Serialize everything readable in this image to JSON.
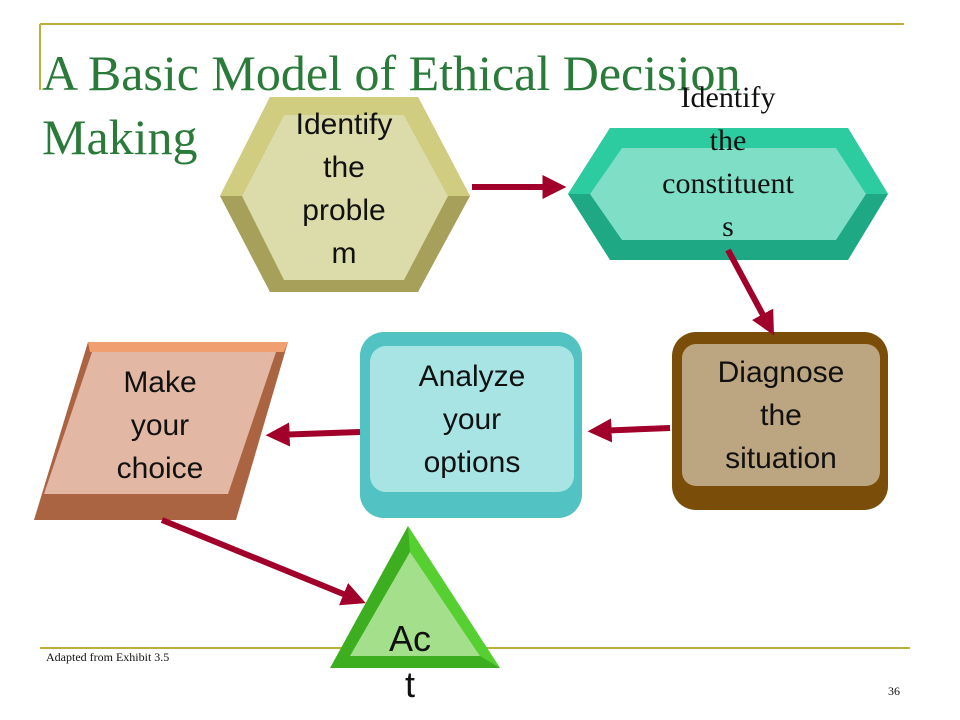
{
  "slide": {
    "title_line1": "A Basic Model of Ethical Decision",
    "title_line2": "Making",
    "source_note": "Adapted from Exhibit 3.5",
    "page_number": "36"
  },
  "nodes": {
    "identify_problem": {
      "lines": [
        "Identify",
        "the",
        "proble",
        "m"
      ],
      "color": "#dcdcaa"
    },
    "identify_constituents": {
      "lines": [
        "Identify",
        "the",
        "constituent",
        "s"
      ],
      "color": "#7fdfc6"
    },
    "diagnose": {
      "lines": [
        "Diagnose",
        "the",
        "situation"
      ],
      "color": "#bca581"
    },
    "analyze": {
      "lines": [
        "Analyze",
        "your",
        "options"
      ],
      "color": "#a8e4e4"
    },
    "choice": {
      "lines": [
        "Make",
        "your",
        "choice"
      ],
      "color": "#e2b8a4"
    },
    "act": {
      "lines": [
        "Ac",
        "t"
      ],
      "color": "#a4e08c"
    }
  },
  "colors": {
    "title": "#2a7a3a",
    "rule": "#bfae3a",
    "arrow": "#a0002a"
  }
}
